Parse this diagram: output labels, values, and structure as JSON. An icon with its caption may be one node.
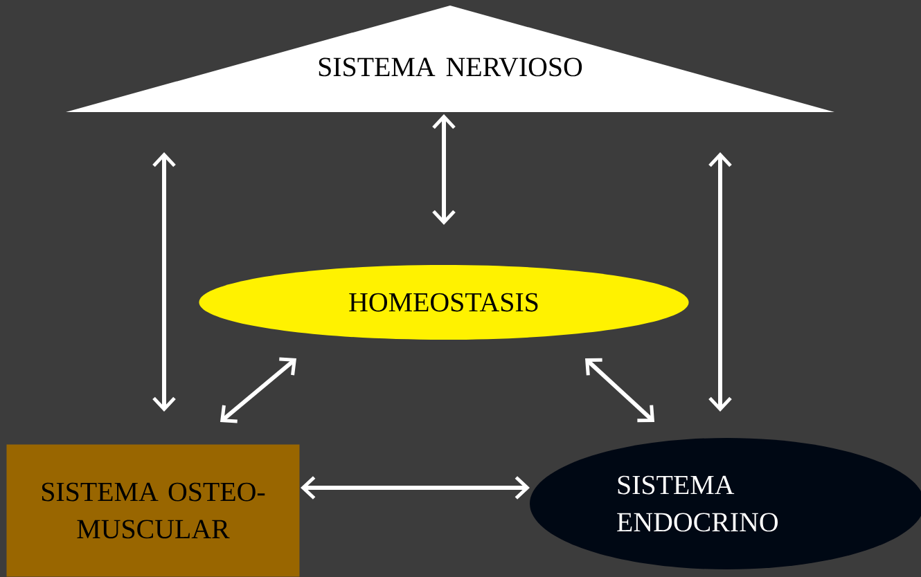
{
  "diagram": {
    "nodes": [
      {
        "text": [
          "SISTEMA NERVIOSO"
        ]
      },
      {
        "text": [
          "HOMEOSTASIS"
        ]
      },
      {
        "text": [
          "SISTEMA OSTEO- MUSCULAR"
        ]
      },
      {
        "text": [
          "SISTEMA ENDOCRINO"
        ]
      }
    ],
    "edges": [
      {
        "from": 0,
        "to": 1,
        "arrow": "both"
      },
      {
        "from": 0,
        "to": 2,
        "arrow": "both"
      },
      {
        "from": 0,
        "to": 3,
        "arrow": "both"
      },
      {
        "from": 1,
        "to": 2,
        "arrow": "both"
      },
      {
        "from": 1,
        "to": 3,
        "arrow": "both"
      },
      {
        "from": 2,
        "to": 3,
        "arrow": "both"
      }
    ]
  }
}
